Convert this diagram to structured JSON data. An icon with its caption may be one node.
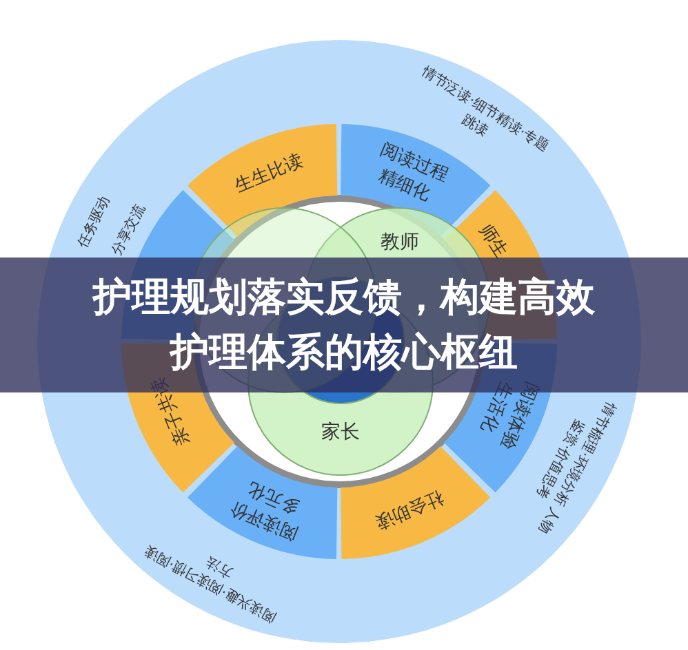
{
  "diagram": {
    "title": "护理规划落实反馈，构建高效护理体系的核心枢纽",
    "nodes": [
      {
        "text": [
          "情节泛读·细节精读·专题跳读",
          "情节梳理·环境分析 人物鉴赏·价值思考",
          "阅读兴趣·阅读习惯·阅读方法",
          "任务驱动",
          "分享交流"
        ]
      },
      {
        "text": [
          "生生比读"
        ],
        "in": 0
      },
      {
        "text": [
          "阅读过程精细化"
        ],
        "in": 0
      },
      {
        "text": [
          "师生"
        ],
        "in": 0
      },
      {
        "text": [
          "阅读体验生活化"
        ],
        "in": 0
      },
      {
        "text": [
          "社会助读"
        ],
        "in": 0
      },
      {
        "text": [
          "阅读评价多元化"
        ],
        "in": 0
      },
      {
        "text": [
          "亲子共读"
        ],
        "in": 0
      },
      {
        "text": [],
        "shape": "box",
        "in": 0
      },
      {
        "text": [],
        "shape": "circle",
        "in": 0
      },
      {
        "text": [
          "教师"
        ],
        "in": 0
      },
      {
        "text": [
          "家长"
        ],
        "in": 0
      },
      {
        "text": [],
        "shape": "circle",
        "in": 0
      }
    ],
    "edges": []
  }
}
